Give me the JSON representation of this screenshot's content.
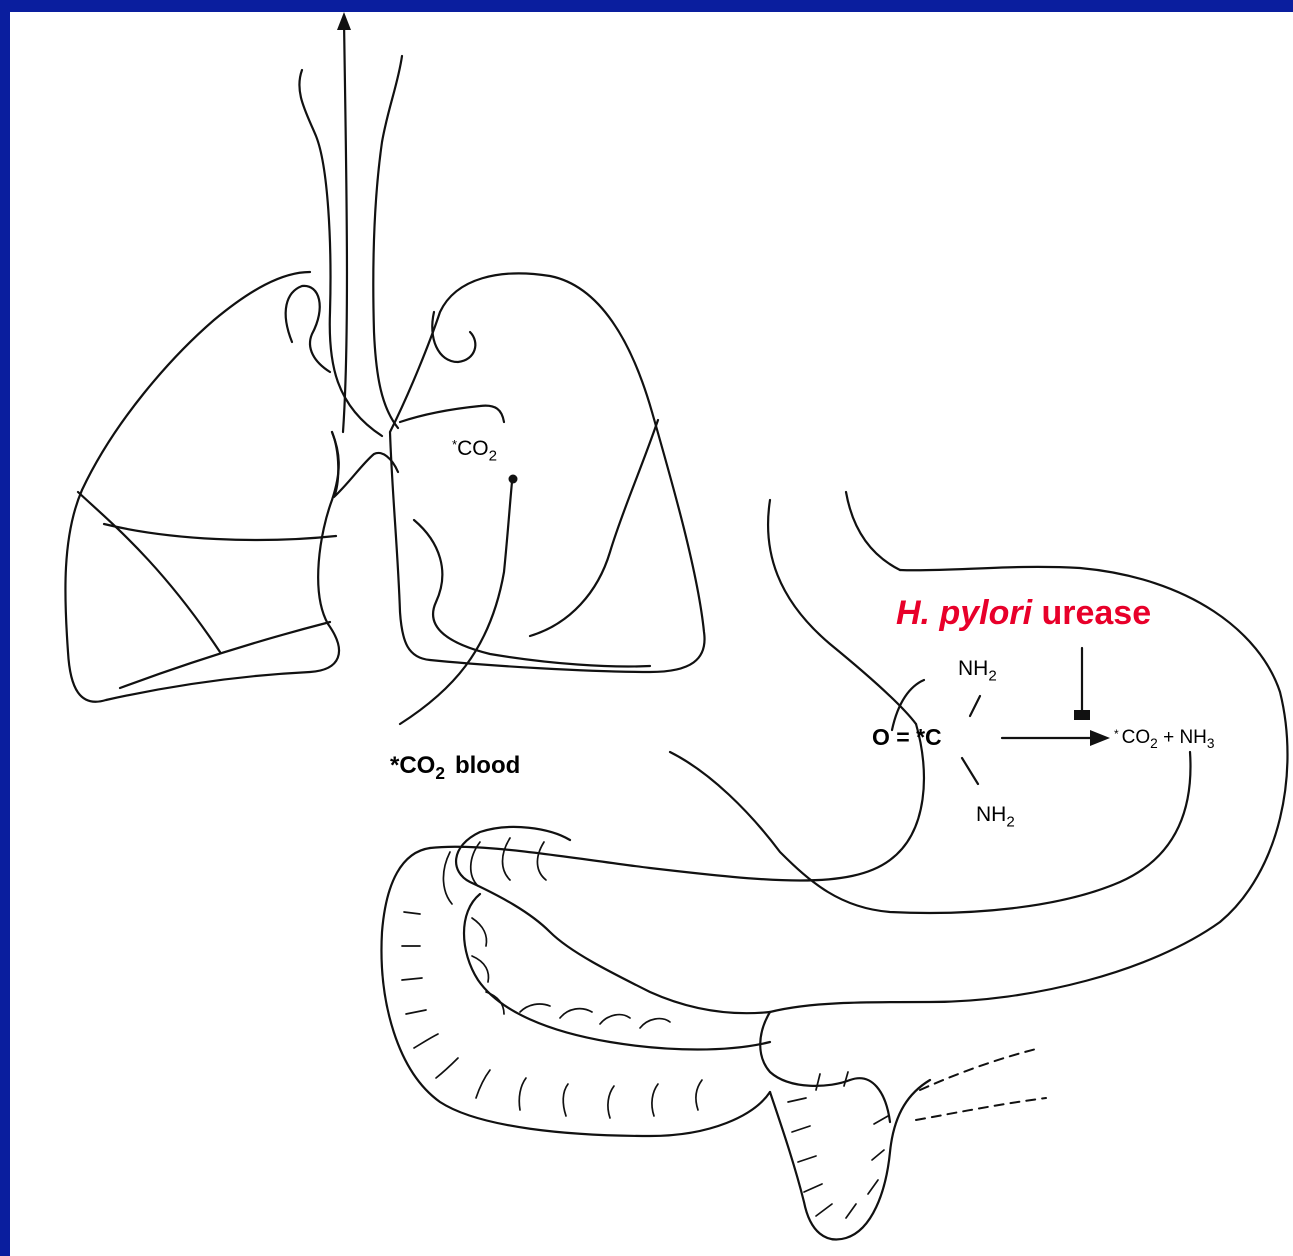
{
  "labels": {
    "lung_co2": {
      "prefix": "*",
      "chem": "CO",
      "sub": "2"
    },
    "blood": {
      "star_chem": "*CO",
      "sub": "2",
      "word": "blood"
    },
    "enzyme": {
      "organism": "H. pylori",
      "enzyme": "urease"
    },
    "urea": {
      "carbonyl": "O = *C",
      "amine_top": {
        "base": "NH",
        "sub": "2"
      },
      "amine_bottom": {
        "base": "NH",
        "sub": "2"
      }
    },
    "products": {
      "prefix": "*",
      "co2": {
        "base": "CO",
        "sub": "2"
      },
      "plus": "+",
      "nh3": {
        "base": "NH",
        "sub": "3"
      }
    }
  },
  "colors": {
    "frame": "#0a1e9e",
    "background": "#ffffff",
    "ink": "#111111",
    "enzyme_organism": "#e8002a"
  }
}
